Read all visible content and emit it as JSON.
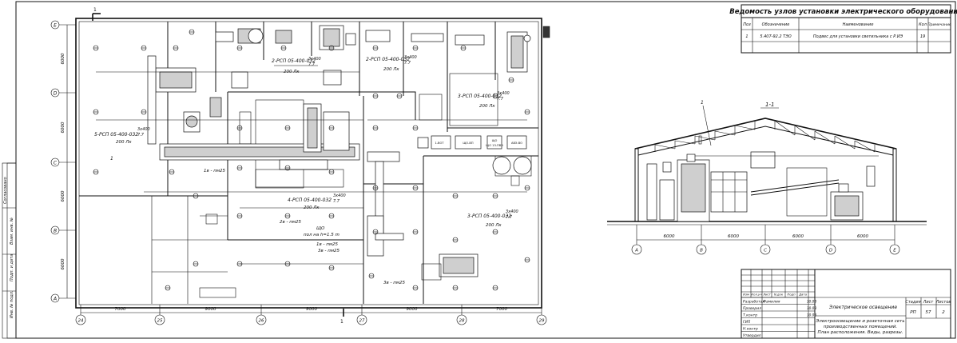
{
  "spec": {
    "title": "Ведомость узлов установки электрического оборудования",
    "headers": [
      "Поз",
      "Обозначение",
      "Наименование",
      "Кол",
      "Примечание"
    ],
    "rows": [
      {
        "pos": "1",
        "code": "5.407-92.2 ТЭО",
        "name": "Подвес для установки светильника с Р.ИЭ",
        "qty": "19",
        "note": ""
      }
    ]
  },
  "plan": {
    "axes_rows": [
      "А",
      "В",
      "С",
      "D",
      "Е"
    ],
    "axes_cols": [
      "24",
      "25",
      "26",
      "27",
      "28",
      "29"
    ],
    "row_dims": [
      "6000",
      "6000",
      "6000",
      "6000"
    ],
    "col_dims": [
      "7000",
      "9000",
      "9000",
      "9000",
      "7000"
    ],
    "section_mark": "1",
    "section_mark_bottom": "1",
    "panel_labels": [
      {
        "code": "2-РСП 05-400-032",
        "frac_top": "3х400",
        "frac_bottom": "7.7",
        "lux": "200 Лк"
      },
      {
        "code": "2-РСП 05-400-032",
        "frac_top": "3х400",
        "frac_bottom": "7.7",
        "lux": "200 Лк"
      },
      {
        "code": "3-РСП 05-400-032",
        "frac_top": "3х400",
        "frac_bottom": "7.7",
        "lux": "200 Лк"
      },
      {
        "code": "5-РСП 05-400-032",
        "frac_top": "3х400",
        "frac_bottom": "7.7",
        "lux": "200 Лк"
      },
      {
        "code": "4-РСП 05-400-032",
        "frac_top": "3х400",
        "frac_bottom": "7.7",
        "lux": "200 Лк"
      },
      {
        "code": "3-РСП 05-400-032",
        "frac_top": "3х400",
        "frac_bottom": "7.7",
        "lux": "200 Лк"
      }
    ],
    "notes": [
      "1в - пм25",
      "2в - пм25",
      "ЩО",
      "пол на h=1.5 m",
      "1в - пм25",
      "3в - пм25",
      "3в - пм25"
    ],
    "pointer": "1",
    "equip_labels": [
      "1-ВОТ",
      "ЩО-ВП",
      "ЩО",
      "ЩО 13-ПВЭ",
      "АВЭ-ВО"
    ]
  },
  "section": {
    "title": "1-1",
    "pointer": "1",
    "axes": [
      "А",
      "В",
      "С",
      "D",
      "Е"
    ],
    "dims": [
      "6000",
      "6000",
      "6000",
      "6000"
    ]
  },
  "stamp": {
    "left_rows": [
      "Изм",
      "Кол.уч",
      "Лист",
      "N.док",
      "Подп",
      "Дата"
    ],
    "roles": [
      "Разработал",
      "Проверил",
      "Т.контр",
      "ГИП",
      "Н.контр",
      "Утвердил"
    ],
    "names": [
      "Фамилия",
      "",
      "",
      "",
      "",
      ""
    ],
    "dates": [
      "10.08",
      "10.08",
      "10.08"
    ],
    "project": "Электрическое освещение",
    "sheet_desc_1": "Электроосвещение и розеточная сеть",
    "sheet_desc_2": "производственных помещений.",
    "sheet_desc_3": "План расположения. Виды, разрезы.",
    "stage_label": "Стадия",
    "sheet_label": "Лист",
    "sheets_label": "Листов",
    "stage": "РП",
    "sheet": "57",
    "sheets": "2"
  },
  "side_stamp": {
    "labels": [
      "Инв. № подл.",
      "Подп. и дата",
      "Взам. инв. №",
      "Согласовано"
    ]
  }
}
